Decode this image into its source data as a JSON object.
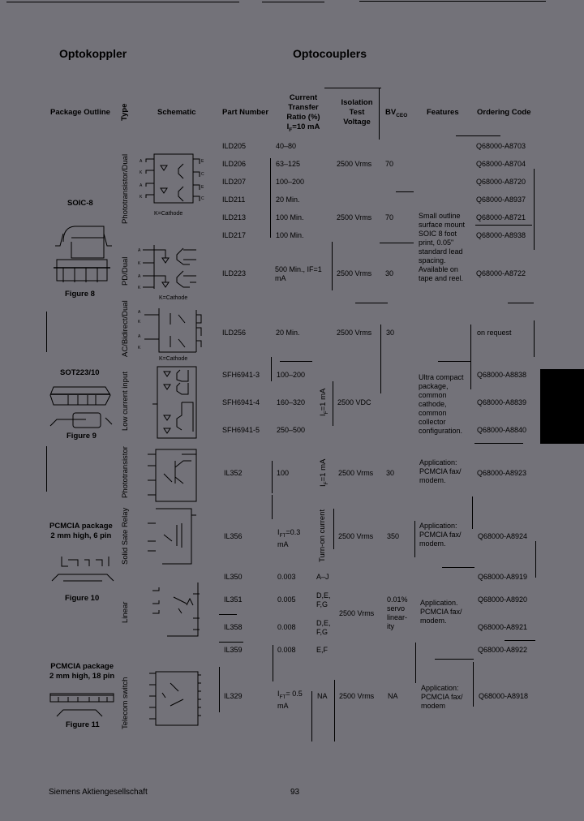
{
  "page": {
    "title_de": "Optokoppler",
    "title_en": "Optocouplers",
    "footer_company": "Siemens Aktiengesellschaft",
    "page_number": "93",
    "background_color": "#737279",
    "tab_color": "#000000"
  },
  "table": {
    "headers": {
      "package_outline": "Package Outline",
      "type": "Type",
      "schematic": "Schematic",
      "part_number": "Part Number",
      "ctr_line1": "Current",
      "ctr_line2": "Transfer",
      "ctr_line3": "Ratio (%)",
      "ctr_line4_prefix": "I",
      "ctr_line4_sub": "F",
      "ctr_line4_suffix": "=10 mA",
      "iso_line1": "Isolation",
      "iso_line2": "Test",
      "iso_line3": "Voltage",
      "bv_prefix": "BV",
      "bv_sub": "CEO",
      "features": "Features",
      "ordering_code": "Ordering Code"
    },
    "types": {
      "photo_dual": "Phototransistor/Dual",
      "pd_dual": "PD/Dual",
      "ac_dual": "AC/Bidirect/Dual",
      "low_current": "Low current input",
      "phototransistor": "Phototransistor",
      "ssr": "Solid Sate Relay",
      "linear": "Linear",
      "telecom": "Telecom switch"
    },
    "packages": {
      "soic8": {
        "name": "SOIC-8",
        "figure": "Figure 8"
      },
      "sot223": {
        "name": "SOT223/10",
        "figure": "Figure 9"
      },
      "pcmcia6": {
        "name_line1": "PCMCIA package",
        "name_line2": "2 mm high, 6 pin",
        "figure": "Figure 10"
      },
      "pcmcia18": {
        "name_line1": "PCMCIA package",
        "name_line2": "2 mm high, 18 pin",
        "figure": "Figure 11"
      }
    },
    "schematic_captions": {
      "k_to_k_1": "K=Cathode",
      "k_to_k_2": "K=Cathode",
      "k_to_k_3": "K=Cathode"
    },
    "rows": [
      {
        "part": "ILD205",
        "ctr": "40–80",
        "iso": "",
        "bv": "",
        "code": "Q68000-A8703"
      },
      {
        "part": "ILD206",
        "ctr": "63–125",
        "iso": "2500 Vrms",
        "bv": "70",
        "code": "Q68000-A8704"
      },
      {
        "part": "ILD207",
        "ctr": "100–200",
        "iso": "",
        "bv": "",
        "code": "Q68000-A8720"
      },
      {
        "part": "ILD211",
        "ctr": "20 Min.",
        "iso": "",
        "bv": "",
        "code": "Q68000-A8937"
      },
      {
        "part": "ILD213",
        "ctr": "100 Min.",
        "iso": "2500 Vrms",
        "bv": "70",
        "code": "Q68000-A8721"
      },
      {
        "part": "ILD217",
        "ctr": "100 Min.",
        "iso": "",
        "bv": "",
        "code": "Q68000-A8938"
      },
      {
        "part": "ILD223",
        "ctr": "500 Min., IF=1 mA",
        "iso": "2500 Vrms",
        "bv": "30",
        "code": "Q68000-A8722"
      },
      {
        "part": "ILD256",
        "ctr": "20 Min.",
        "iso": "2500 Vrms",
        "bv": "30",
        "code": "on request"
      },
      {
        "part": "SFH6941-3",
        "ctr": "100–200",
        "iso": "",
        "bv": "",
        "code": "Q68000-A8838"
      },
      {
        "part": "SFH6941-4",
        "ctr": "160–320",
        "iso": "2500 VDC",
        "bv": "",
        "code": "Q68000-A8839"
      },
      {
        "part": "SFH6941-5",
        "ctr": "250–500",
        "iso": "",
        "bv": "",
        "code": "Q68000-A8840"
      },
      {
        "part": "IL352",
        "ctr": "100",
        "iso": "2500 Vrms",
        "bv": "30",
        "code": "Q68000-A8923"
      },
      {
        "part": "IL356",
        "ctr_prefix": "I",
        "ctr_sub": "FT",
        "ctr_suffix": "=0.3 mA",
        "iso": "2500 Vrms",
        "bv": "350",
        "code": "Q68000-A8924"
      },
      {
        "part": "IL350",
        "ctr": "0.003",
        "grade": "A–J",
        "iso": "",
        "bv": "",
        "code": "Q68000-A8919"
      },
      {
        "part": "IL351",
        "ctr": "0.005",
        "grade": "D,E, F,G",
        "iso": "2500 Vrms",
        "bv": "0.01% servo linear-ity",
        "code": "Q68000-A8920"
      },
      {
        "part": "IL358",
        "ctr": "0.008",
        "grade": "D,E, F,G",
        "iso": "",
        "bv": "",
        "code": "Q68000-A8921"
      },
      {
        "part": "IL359",
        "ctr": "0.008",
        "grade": "E,F",
        "iso": "",
        "bv": "",
        "code": "Q68000-A8922"
      },
      {
        "part": "IL329",
        "ctr_prefix": "I",
        "ctr_sub": "FT",
        "ctr_suffix": "= 0.5 mA",
        "grade": "NA",
        "iso": "2500 Vrms",
        "bv": "NA",
        "code": "Q68000-A8918"
      }
    ],
    "cond_labels": {
      "low_current": "IF=1 mA",
      "low_current_prefix": "I",
      "low_current_sub": "F",
      "low_current_suffix": "=1 mA",
      "phototrans_prefix": "I",
      "phototrans_sub": "F",
      "phototrans_suffix": "=1 mA",
      "turn_on": "Turn-on current"
    },
    "features": {
      "soic": "Small outline surface mount SOIC 8 foot print, 0.05\" standard lead spacing. Available on tape and reel.",
      "sot": "Ultra compact package, common cathode, common collector configuration.",
      "il352": "Application: PCMCIA fax/ modem.",
      "il356": "Application: PCMCIA fax/ modem.",
      "linear": "Application. PCMCIA fax/ modem.",
      "il329": "Application: PCMCIA fax/ modem"
    }
  }
}
